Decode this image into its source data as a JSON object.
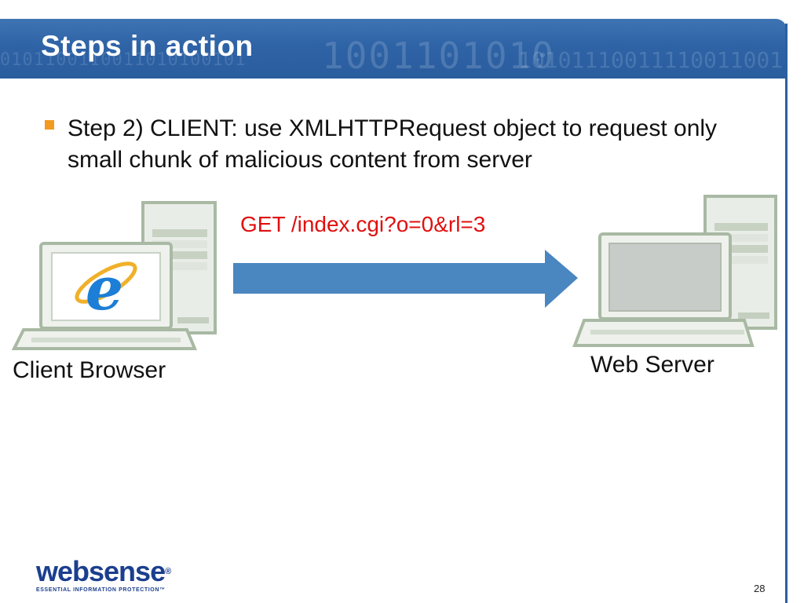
{
  "slide": {
    "title": "Steps in action",
    "header_binary": {
      "small": "0101100110011010100101",
      "large": "1001101010",
      "tail": "10101110011110011001"
    },
    "bullets": [
      {
        "text": "Step 2) CLIENT: use XMLHTTPRequest object to request only small chunk of malicious content from server"
      }
    ],
    "page_number": "28"
  },
  "diagram": {
    "request_label": "GET /index.cgi?o=0&rl=3",
    "client_label": "Client Browser",
    "server_label": "Web Server",
    "arrow_color": "#4a86c0",
    "request_label_color": "#e01010",
    "client_icon": "internet-explorer-icon"
  },
  "logo": {
    "word_web": "web",
    "word_sense": "sense",
    "registered": "®",
    "tagline": "ESSENTIAL INFORMATION PROTECTION™"
  }
}
